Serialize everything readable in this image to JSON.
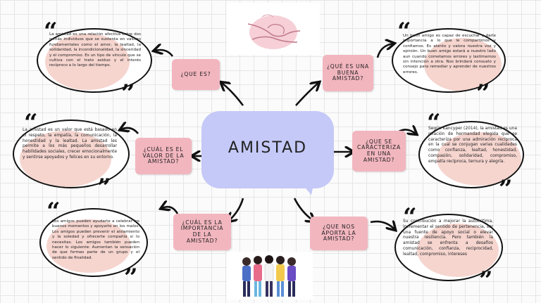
{
  "title": "AMISTAD",
  "boxes": {
    "que_es": "¿QUE ES?",
    "buena_amistad": "¿QUÉ ES UNA BUENA AMISTAD?",
    "valor": "¿CUÁL ES EL VALOR DE LA AMISTAD?",
    "caracteriza": "¿QUE SE CARACTERIZA EN UNA AMISTAD?",
    "importancia": "¿CUÁL ES LA IMPORTANCIA DE LA AMISTAD?",
    "aporta": "¿QUE NOS APORTA LA AMISTAD?"
  },
  "texts": {
    "que_es": "La amistad es una relación afectiva entre dos o más individuos que se sustenta en valores fundamentales como el amor, la lealtad, la solidaridad, la incondicionalidad, la sinceridad y el compromiso. Es un tipo de vínculo que se cultiva con el trato asiduo y el interés recíproco a lo largo del tiempo.",
    "buena_amistad": "Un buen amigo es capaz de escuchar y darle importancia a lo que le compartimos y confiamos. Es atento y valora nuestra voz y opinión. Un buen amigo estará a nuestro lado aun cuando cometamos errores y lastimemos sin intención a otra. Nos brindará consuelo y consejo para remediar y aprender de nuestros errores.",
    "valor": "La amistad es un valor que está basado en el respeto, la empatía, la comunicación, la honestidad y la lealtad. La amistad les permite a los más pequeños desarrollar habilidades sociales, crecer emocionalmente y sentirse apoyados y felices en su entorno.",
    "caracteriza": "Según Kancyper (2014), la amistad es una relación de hermandad elegida que se caracteriza por una admiración recíproca en la cual se conjugan varias cualidades como confianza, lealtad, honestidad, compasión, solidaridad, compromiso, empatía recíproca, ternura y alegría.",
    "importancia": "Los amigos pueden ayudarte a celebrar los buenos momentos y apoyarte en los malos. Los amigos pueden prevenir el aislamiento y la soledad y ofrecerte compañía si lo necesitas. Los amigos también pueden hacer lo siguiente: Aumentan la sensación de que formas parte de un grupo y el sentido de finalidad.",
    "aporta": "Su contribución a mejorar la autoestima, incrementar el sentido de pertenencia, ser una fuente de apoyo social o elevar nuestra resiliencia. Pero también la amistad se enfrenta a desafíos comunicación, confianza, reciprocidad, lealtad, compromiso, intereses"
  },
  "colors": {
    "box": "#f2b6bf",
    "center": "#c5c9f7",
    "blob": "#f6d5cf"
  },
  "icons": [
    "quote-open-icon",
    "quote-close-icon",
    "holding-hands-illustration",
    "friends-group-illustration"
  ]
}
